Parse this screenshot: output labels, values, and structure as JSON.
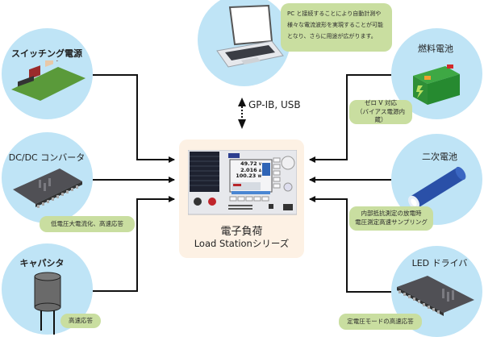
{
  "diagram": {
    "center": {
      "title_line1": "電子負荷",
      "title_line2": "Load Stationシリーズ",
      "display": {
        "voltage": "49.72",
        "voltage_unit": "V",
        "current": "2.016",
        "current_unit": "A",
        "power": "100.23",
        "power_unit": "W"
      }
    },
    "pc": {
      "note": "PC と接続することにより自動計測や様々な電流波形を実現することが可能となり、さらに用途が広がります。",
      "interface_label": "GP-IB, USB"
    },
    "left_nodes": [
      {
        "id": "switching-power",
        "title": "スイッチング電源",
        "note": ""
      },
      {
        "id": "dcdc-converter",
        "title": "DC/DC コンバータ",
        "note": "低電圧大電流化、高速応答"
      },
      {
        "id": "capacitor",
        "title": "キャパシタ",
        "note": "高速応答"
      }
    ],
    "right_nodes": [
      {
        "id": "fuel-cell",
        "title": "燃料電池",
        "note_line1": "ゼロ V 対応",
        "note_line2": "（バイアス電源内蔵）"
      },
      {
        "id": "secondary-battery",
        "title": "二次電池",
        "note_line1": "内部抵抗測定の放電時",
        "note_line2": "電圧測定高速サンプリング"
      },
      {
        "id": "led-driver",
        "title": "LED ドライバ",
        "note_line1": "定電圧モードの高速応答",
        "note_line2": ""
      }
    ],
    "colors": {
      "circle": "#bfe4f6",
      "note": "#c9dea0",
      "center_bg": "#fdf1e4",
      "line": "#111111"
    }
  }
}
